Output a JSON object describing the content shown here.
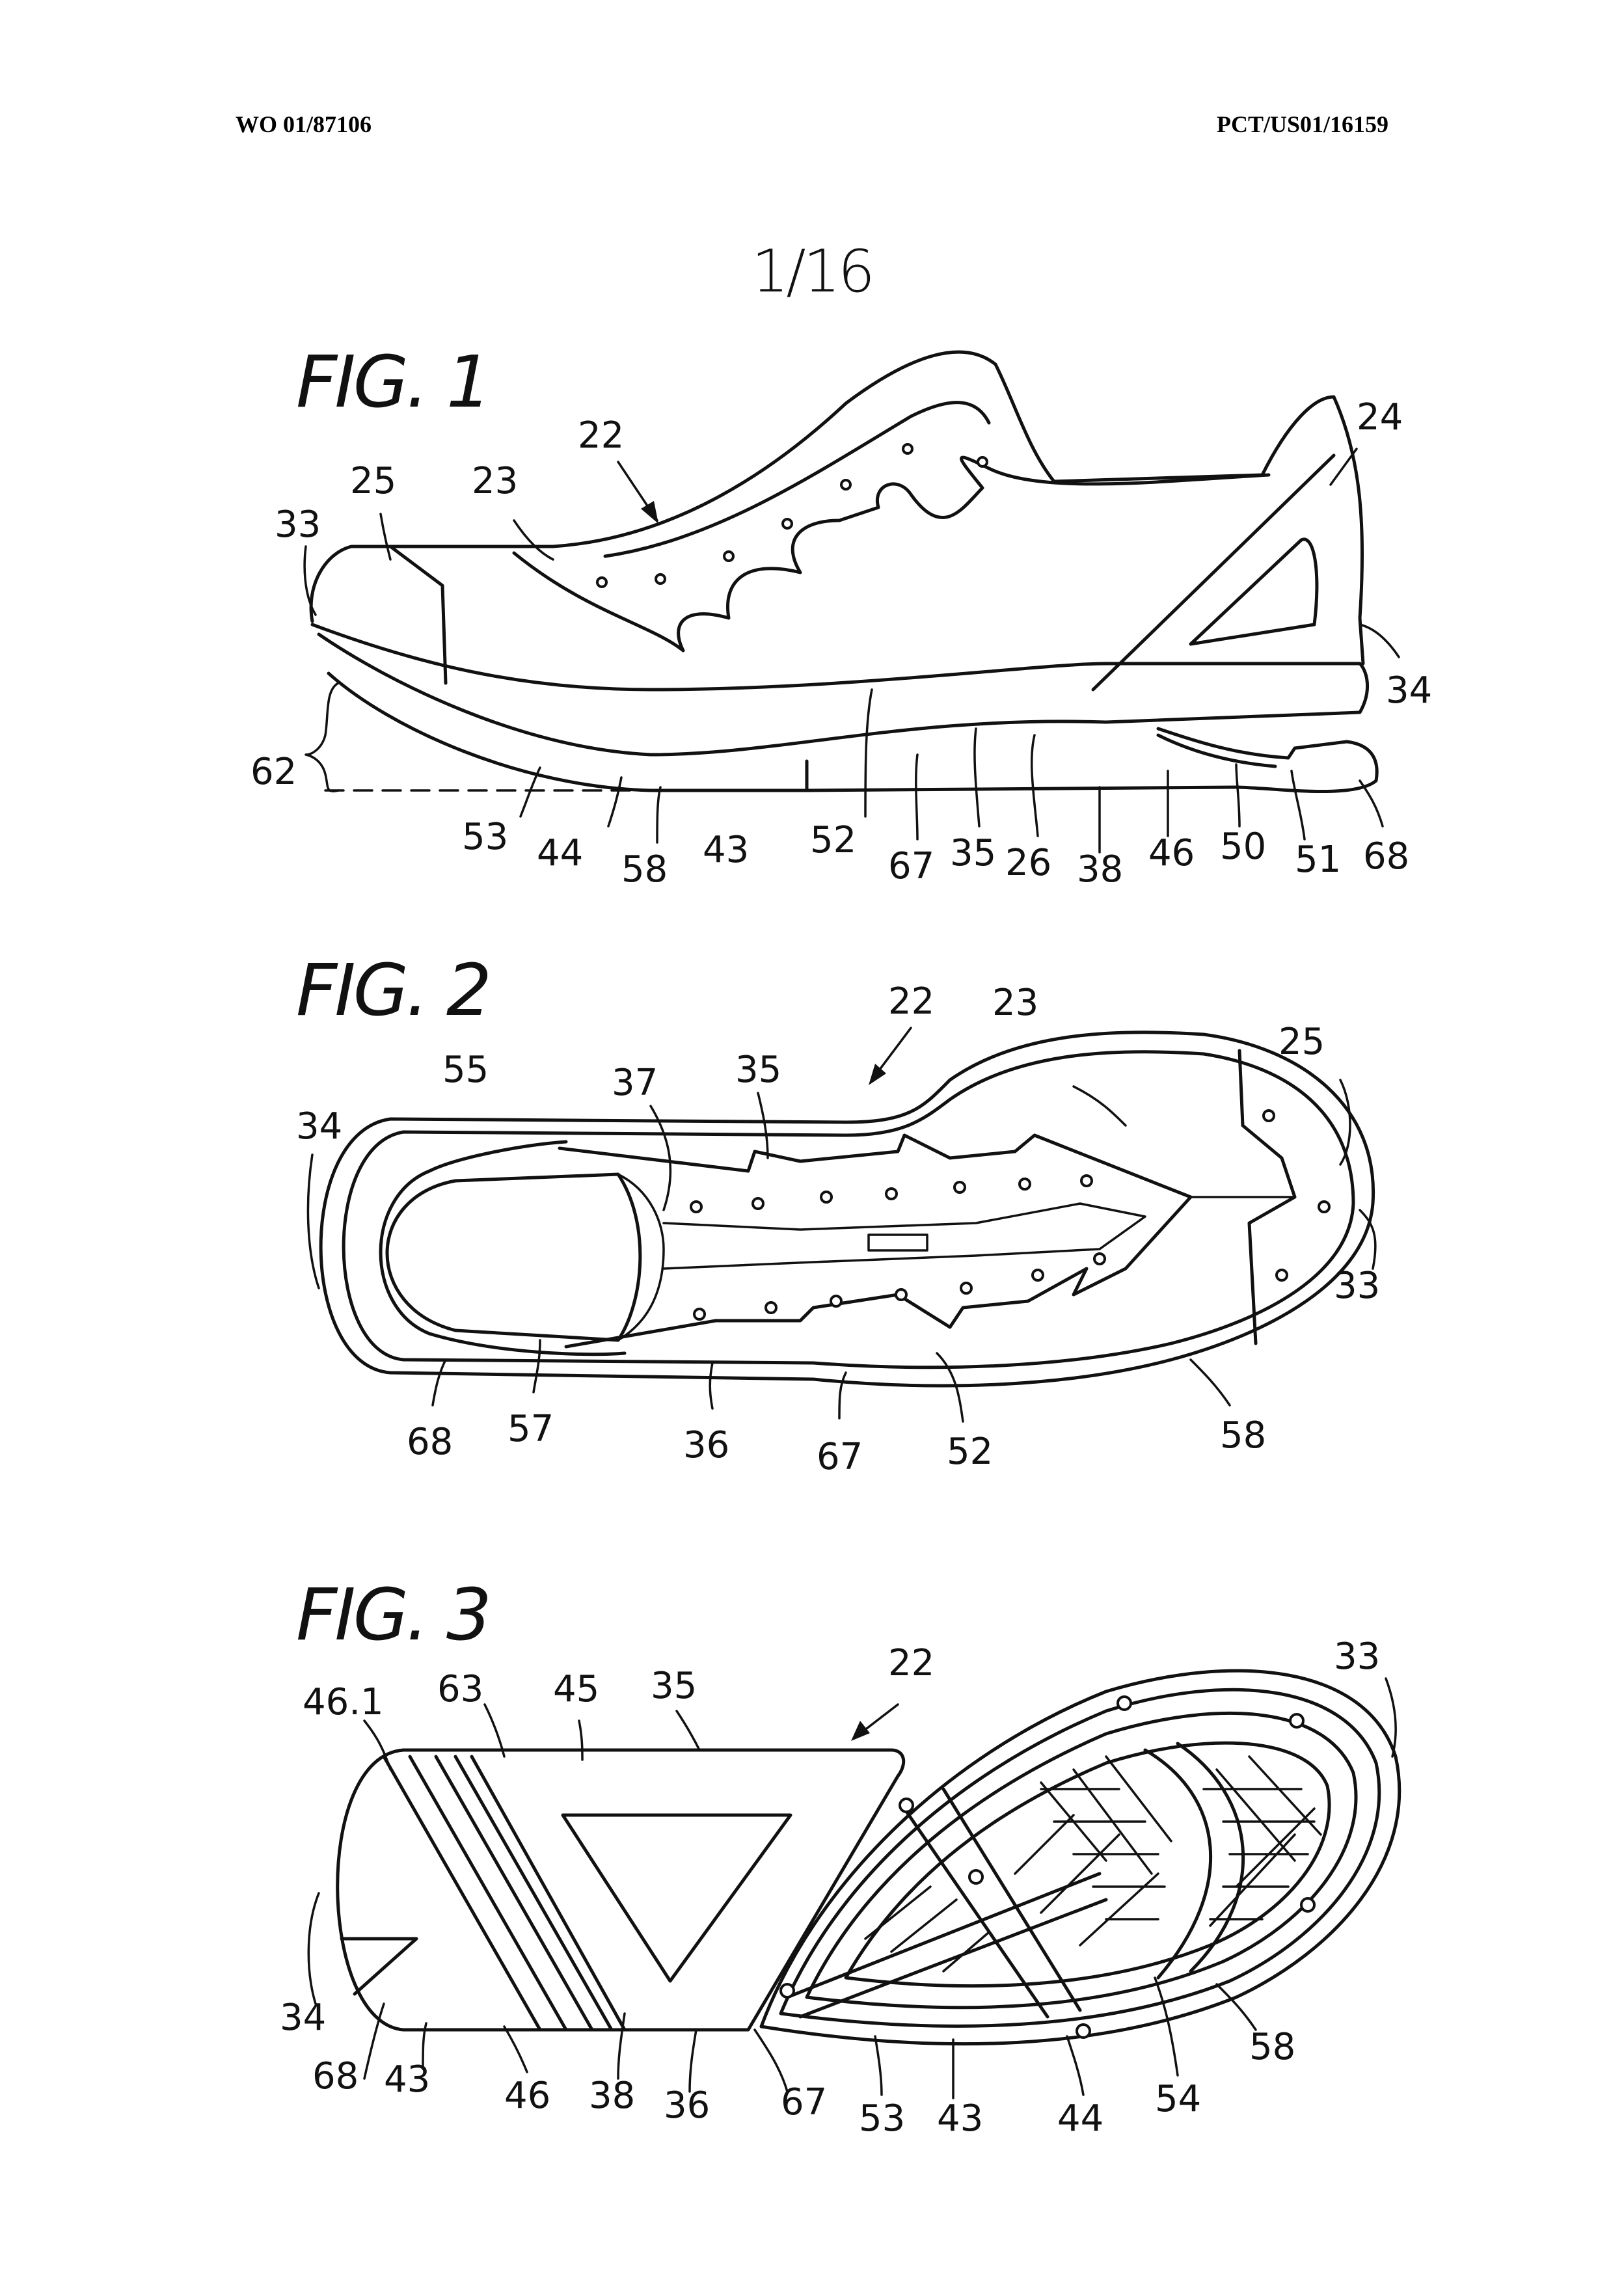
{
  "header": {
    "left": "WO 01/87106",
    "right": "PCT/US01/16159"
  },
  "sheet_number": "1/16",
  "figures": [
    {
      "label": "FIG. 1",
      "refs": [
        "22",
        "23",
        "24",
        "25",
        "33",
        "34",
        "62",
        "53",
        "44",
        "58",
        "43",
        "52",
        "67",
        "35",
        "26",
        "38",
        "46",
        "50",
        "51",
        "68"
      ]
    },
    {
      "label": "FIG. 2",
      "refs": [
        "22",
        "23",
        "25",
        "55",
        "37",
        "35",
        "34",
        "33",
        "68",
        "57",
        "36",
        "67",
        "52",
        "58"
      ]
    },
    {
      "label": "FIG. 3",
      "refs": [
        "22",
        "33",
        "46.1",
        "63",
        "45",
        "35",
        "34",
        "68",
        "43",
        "46",
        "38",
        "36",
        "67",
        "53",
        "43",
        "44",
        "54",
        "58"
      ]
    }
  ]
}
